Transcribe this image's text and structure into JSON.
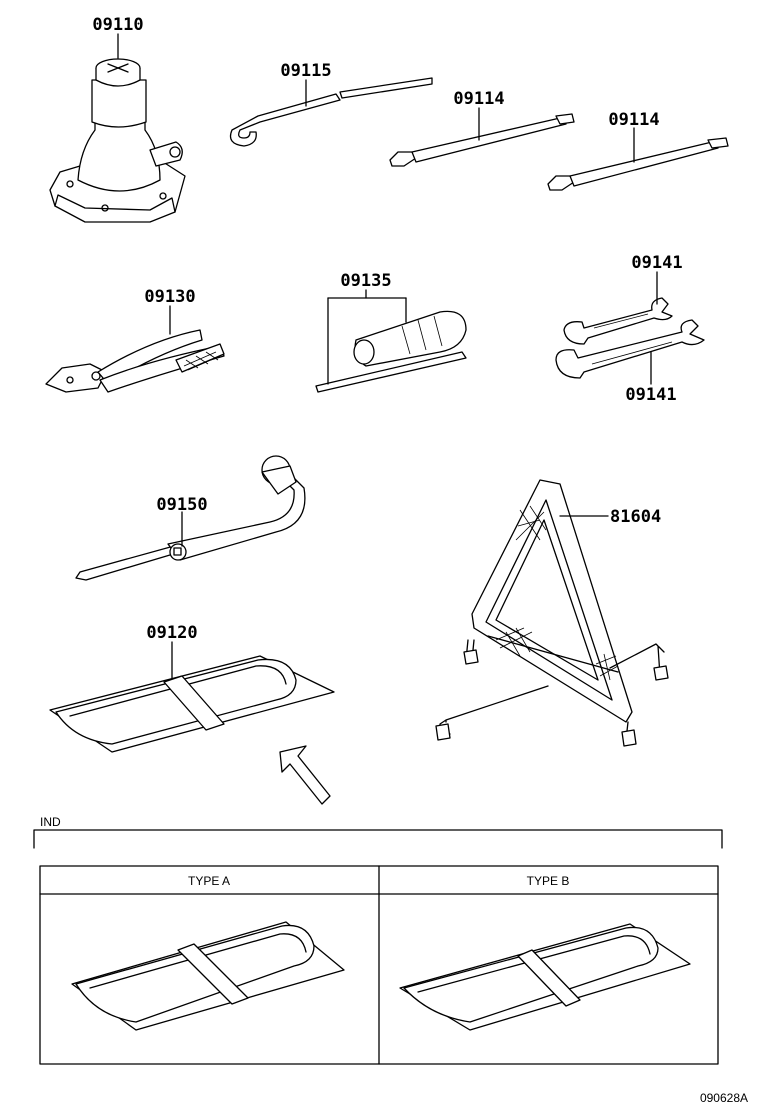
{
  "parts": {
    "p09110": "09110",
    "p09115": "09115",
    "p09114a": "09114",
    "p09114b": "09114",
    "p09130": "09130",
    "p09135": "09135",
    "p09141a": "09141",
    "p09141b": "09141",
    "p09150": "09150",
    "p81604": "81604",
    "p09120": "09120"
  },
  "section": {
    "label": "IND",
    "type_a": "TYPE A",
    "type_b": "TYPE B"
  },
  "diagram_code": "090628A"
}
